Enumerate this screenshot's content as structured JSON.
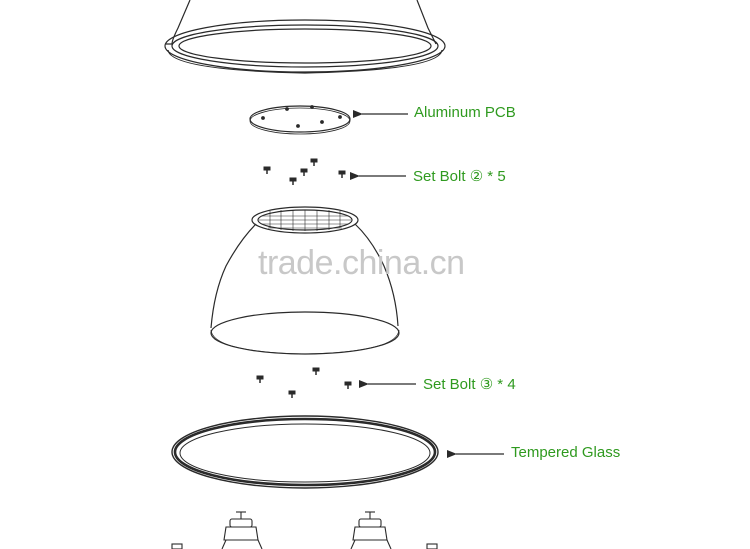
{
  "colors": {
    "label": "#2f9a1f",
    "line": "#2a2a2a",
    "watermark": "#c8c8c8"
  },
  "labels": {
    "pcb": "Aluminum PCB",
    "bolt2": "Set Bolt ② * 5",
    "bolt3": "Set Bolt ③ * 4",
    "glass": "Tempered Glass"
  },
  "watermark": "trade.china.cn"
}
